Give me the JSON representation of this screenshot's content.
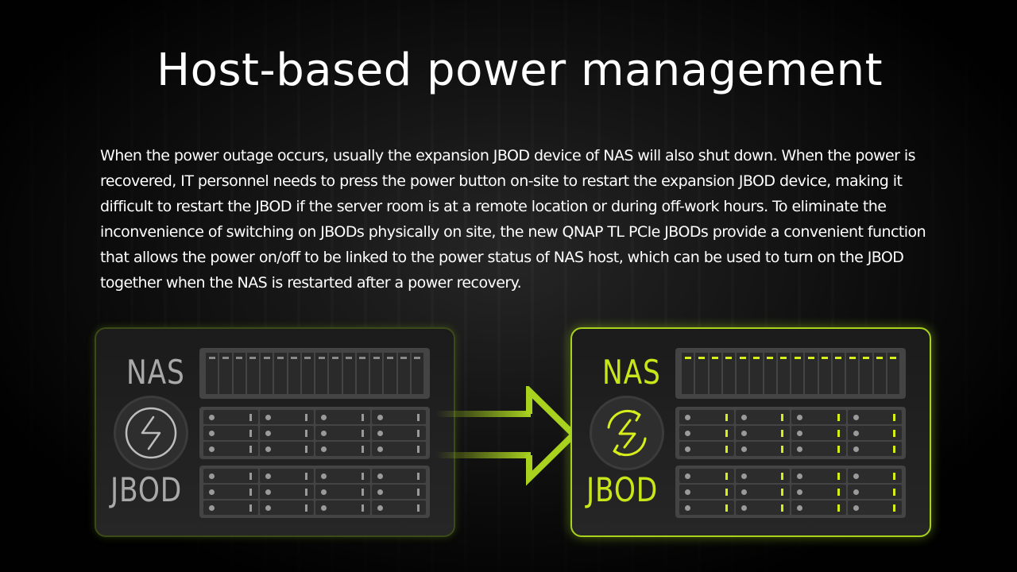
{
  "slide": {
    "title": "Host-based power management",
    "description": "When the power outage occurs, usually the expansion JBOD device of NAS will also shut down. When the power is recovered, IT personnel needs to press the power button on-site to restart the expansion JBOD device, making it difficult to restart the JBOD if the server room is at a remote location or during off-work hours. To eliminate the inconvenience of switching on JBODs physically on site, the new QNAP TL PCIe JBODs provide a convenient function that allows the power on/off to be linked to the power status of NAS host, which can be used to turn on the JBOD together when the NAS is restarted after a power recovery."
  },
  "diagram": {
    "left_panel": {
      "nas_label": "NAS",
      "jbod_label": "JBOD",
      "state": "off",
      "accent": "#a9a9a9"
    },
    "right_panel": {
      "nas_label": "NAS",
      "jbod_label": "JBOD",
      "state": "on",
      "accent": "#c8e619"
    },
    "icons": {
      "left": "power-off-bolt-icon",
      "right": "power-sync-bolt-icon",
      "transition": "right-arrow-icon"
    }
  }
}
